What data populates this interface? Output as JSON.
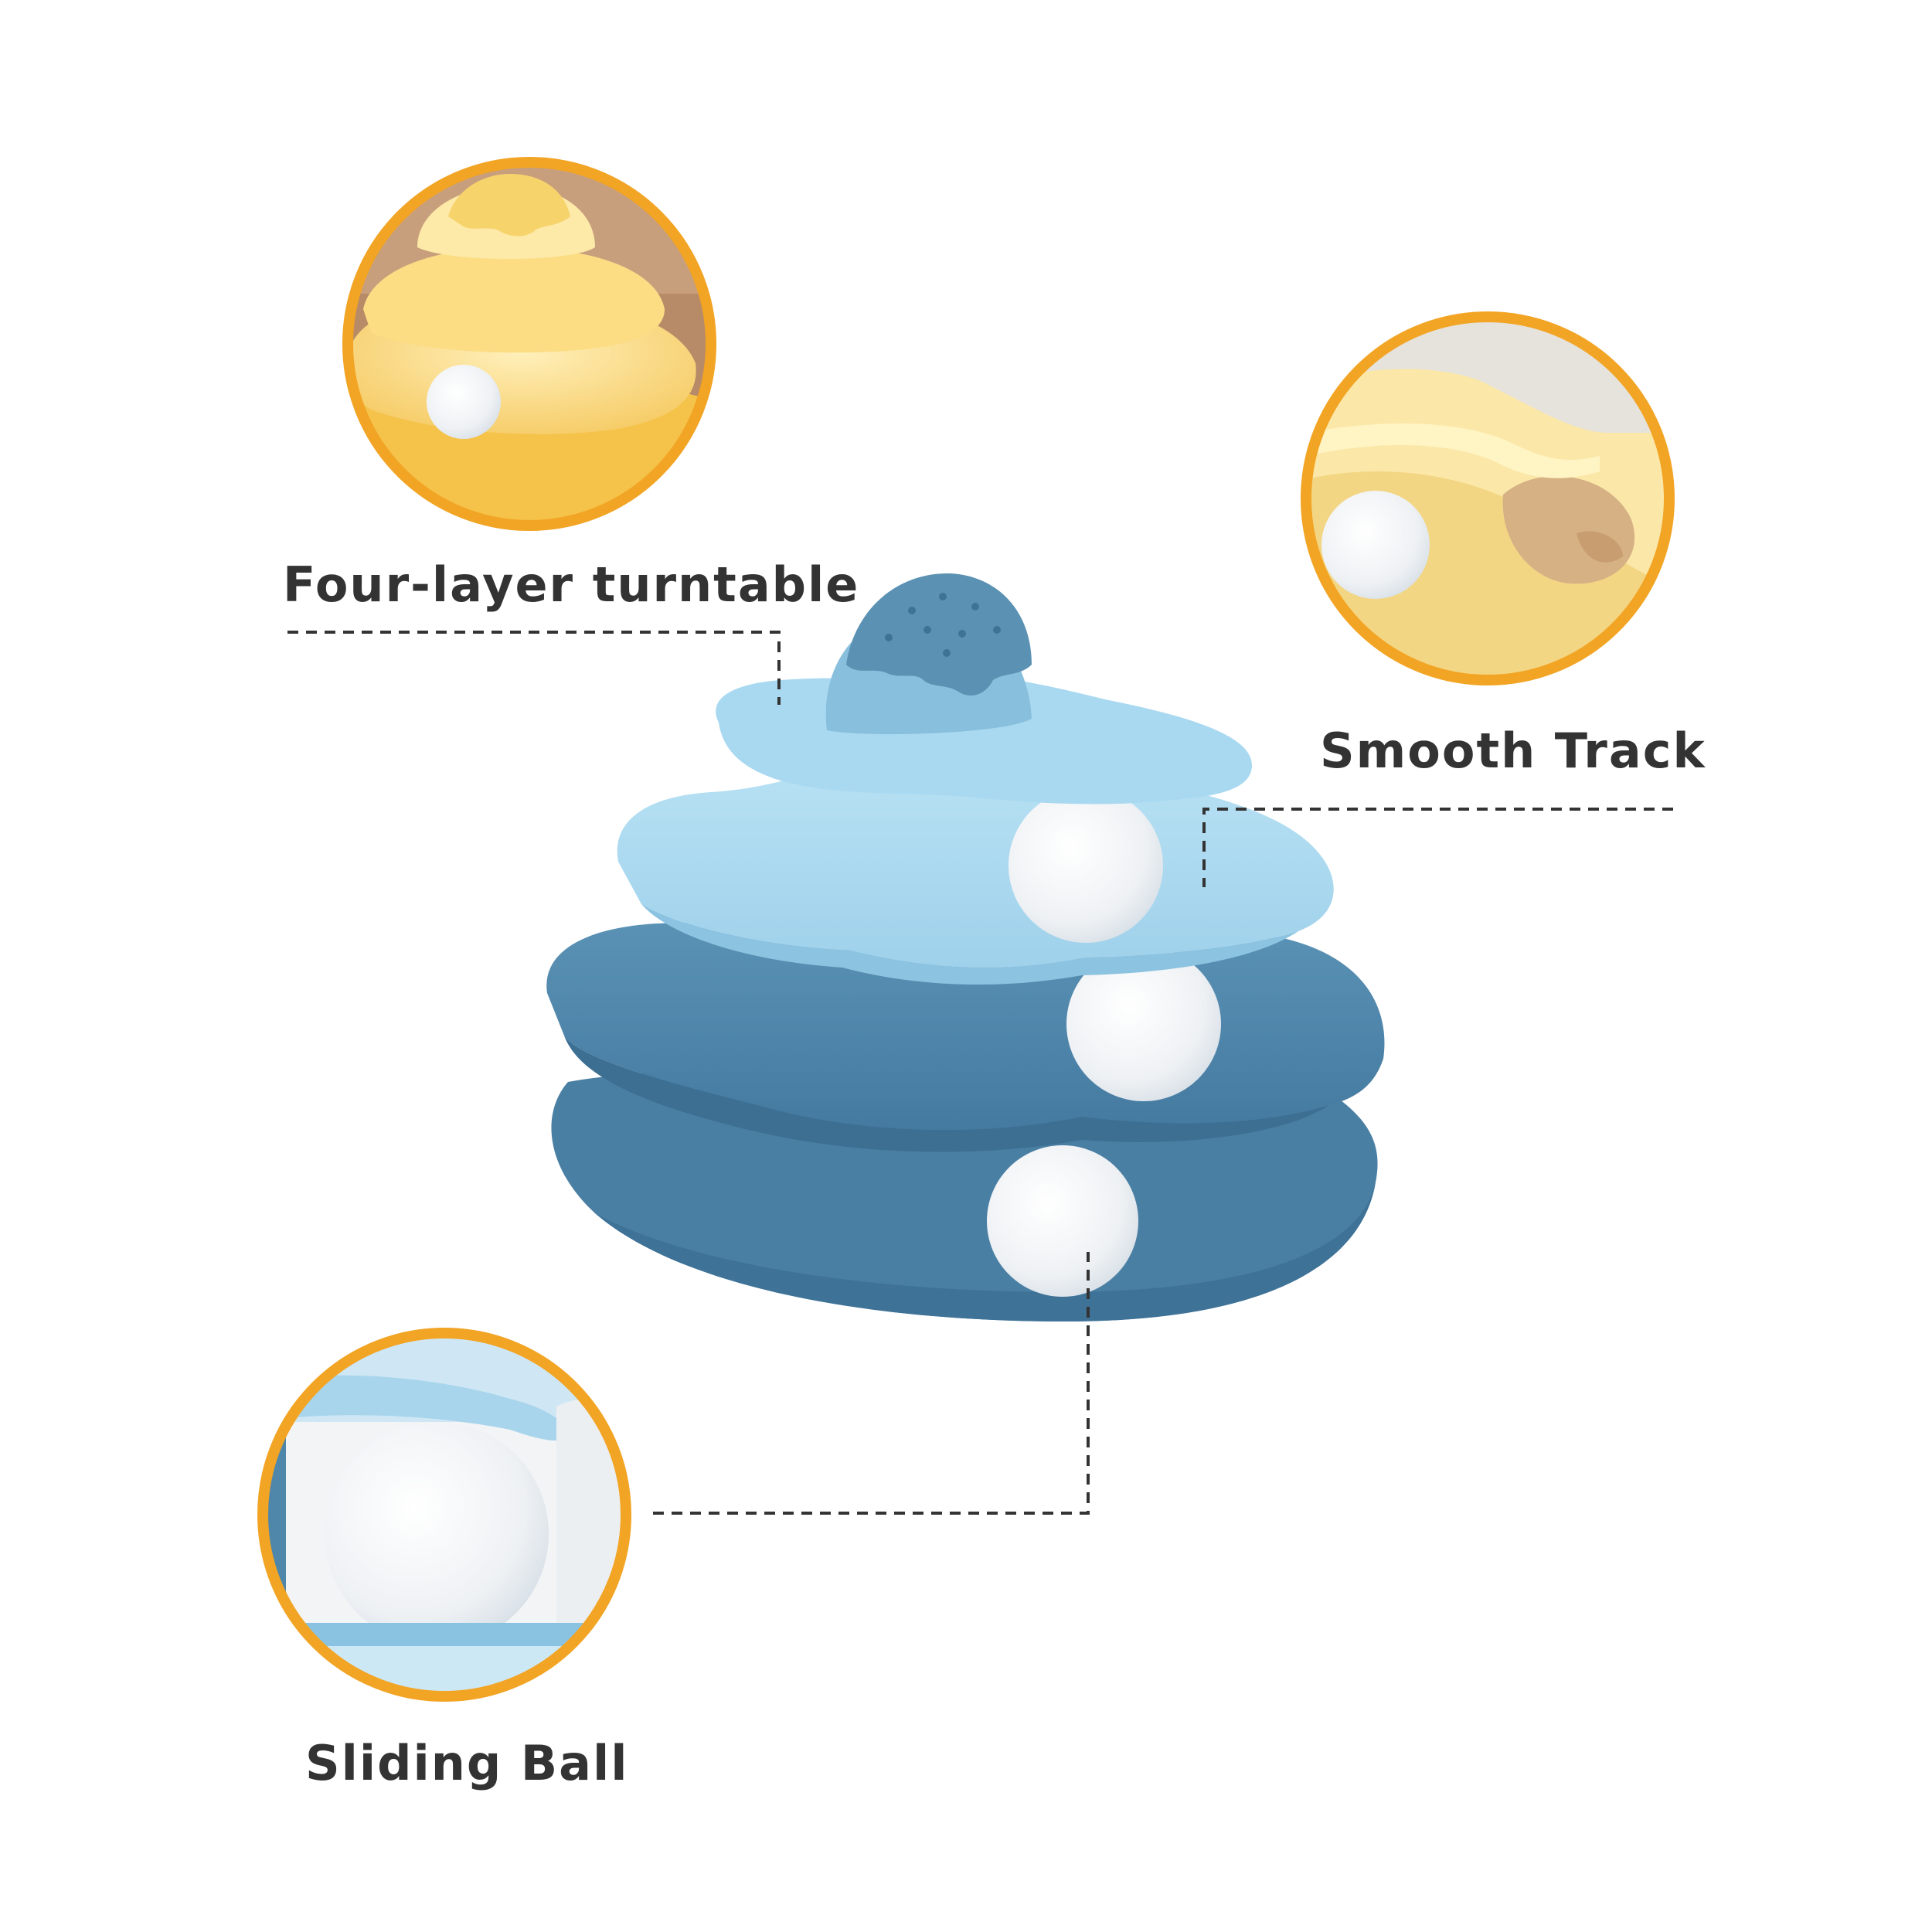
{
  "callouts": {
    "four_layer": "Four-layer turntable",
    "smooth_track": "Smooth Track",
    "sliding_ball": "Sliding Ball"
  },
  "colors": {
    "ring": "#f2a424",
    "tier_light": "#a8d8ef",
    "tier_dark": "#4f87aa",
    "ball": "#f2f4f6",
    "yellow": "#fbe08c"
  }
}
